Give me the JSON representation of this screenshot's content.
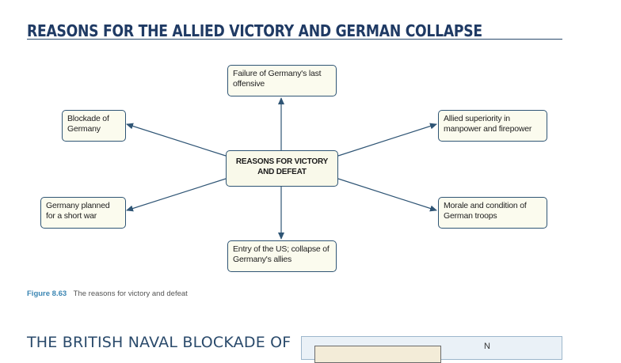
{
  "title": "REASONS FOR THE ALLIED VICTORY AND GERMAN COLLAPSE",
  "diagram": {
    "center": "REASONS FOR VICTORY AND DEFEAT",
    "nodes": {
      "top": "Failure of Germany's last offensive",
      "upper_left": "Blockade of Germany",
      "upper_right": "Allied superiority in manpower and firepower",
      "lower_left": "Germany planned for a short war",
      "lower_right": "Morale and condition of German troops",
      "bottom": "Entry of the US; collapse of Germany's allies"
    },
    "colors": {
      "title": "#1f3a64",
      "border": "#2f5575",
      "box_fill": "#fbfbee",
      "arrow": "#2f5575",
      "caption_label": "#3b86b3"
    }
  },
  "caption": {
    "figure_number": "Figure 8.63",
    "text": "The reasons for victory and defeat"
  },
  "next_section": {
    "heading": "THE BRITISH NAVAL BLOCKADE OF",
    "panel_letter": "N"
  }
}
